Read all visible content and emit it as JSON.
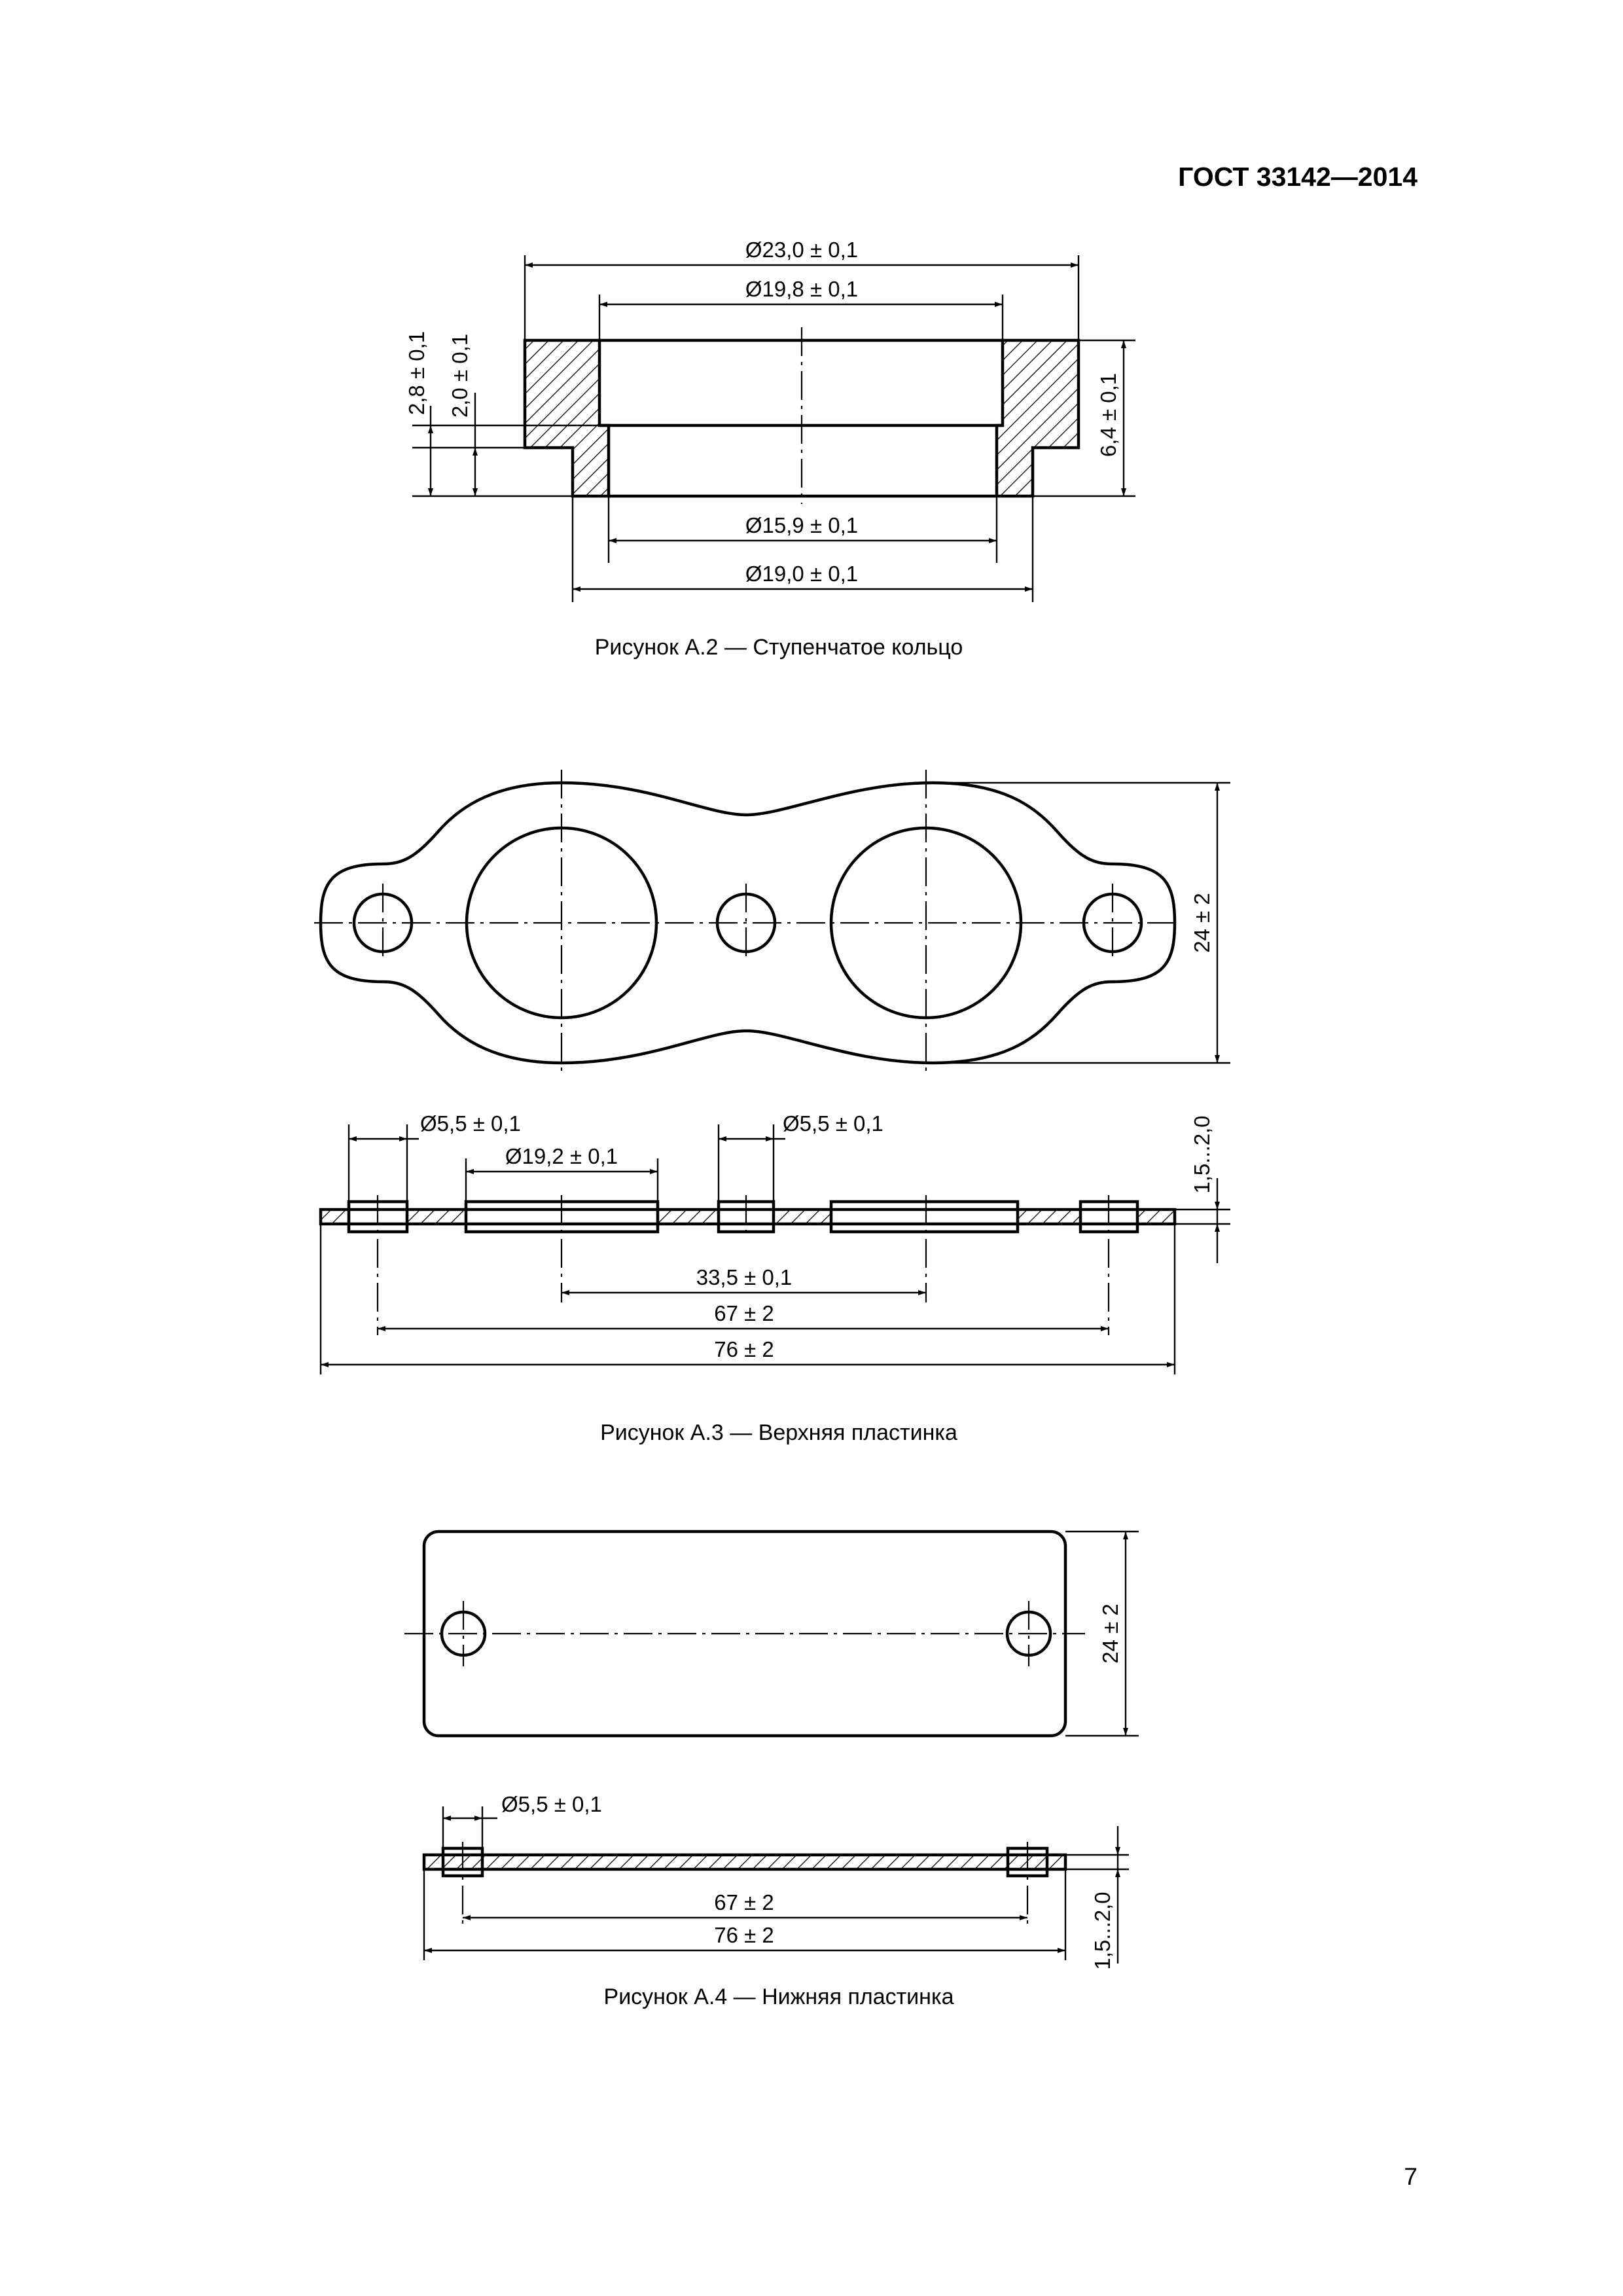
{
  "header": {
    "standard": "ГОСТ 33142—2014"
  },
  "figure_a2": {
    "caption": "Рисунок А.2 — Ступенчатое кольцо",
    "dims": {
      "d_outer_top": "Ø23,0 ± 0,1",
      "d_inner_top": "Ø19,8 ± 0,1",
      "d_inner_bottom": "Ø15,9 ± 0,1",
      "d_outer_bottom": "Ø19,0 ± 0,1",
      "h_step": "2,8 ± 0,1",
      "h_bottom": "2,0 ± 0,1",
      "h_total": "6,4 ± 0,1"
    }
  },
  "figure_a3": {
    "caption": "Рисунок А.3 — Верхняя пластинка",
    "dims": {
      "width": "24 ± 2",
      "d_hole_left": "Ø5,5 ± 0,1",
      "d_hole_mid": "Ø5,5 ± 0,1",
      "d_big": "Ø19,2 ± 0,1",
      "thickness": "1,5...2,0",
      "spacing_big": "33,5 ± 0,1",
      "spacing_holes": "67 ± 2",
      "length": "76 ± 2"
    }
  },
  "figure_a4": {
    "caption": "Рисунок А.4 — Нижняя пластинка",
    "dims": {
      "width": "24 ± 2",
      "d_hole": "Ø5,5 ± 0,1",
      "spacing_holes": "67 ± 2",
      "length": "76 ± 2",
      "thickness": "1,5...2,0"
    }
  },
  "footer": {
    "page_number": "7"
  }
}
